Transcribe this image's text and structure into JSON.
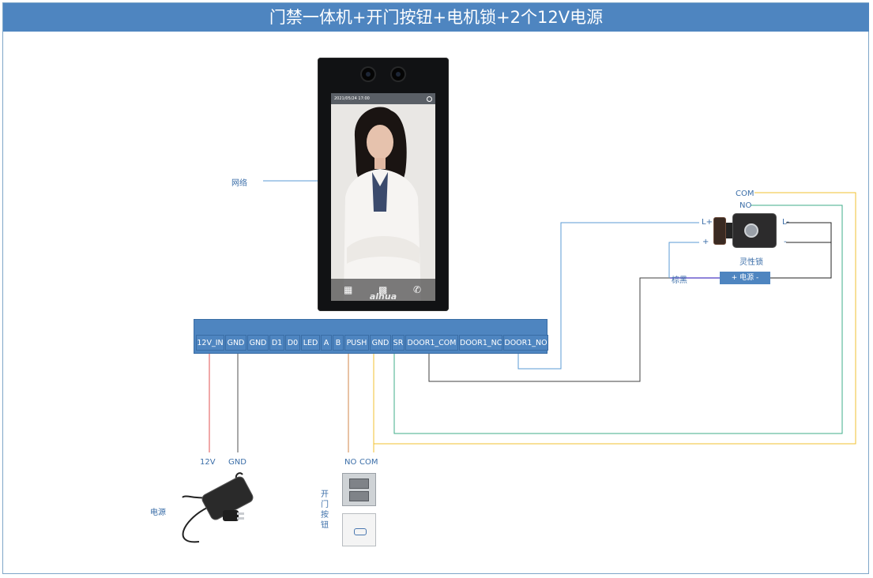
{
  "title": "门禁一体机+开门按钮+电机锁+2个12V电源",
  "device": {
    "status_time": "2021/05/24 17:00",
    "brand": "alhua"
  },
  "labels": {
    "network": "网络",
    "lock_name": "灵性锁",
    "brown_black": "棕黑",
    "power_box": "+ 电源 -",
    "lock_com": "COM",
    "lock_no": "NO",
    "lock_lplus": "L+",
    "lock_plus": "+",
    "lock_lminus": "L-",
    "lock_minus": "-",
    "psu_12v": "12V",
    "psu_gnd": "GND",
    "psu_name": "电源",
    "btn_no": "NO",
    "btn_com": "COM",
    "open_button": "开门按钮"
  },
  "terminals": [
    "12V_IN",
    "GND",
    "GND",
    "D1",
    "D0",
    "LED",
    "A",
    "B",
    "PUSH",
    "GND",
    "SR",
    "DOOR1_COM",
    "DOOR1_NC",
    "DOOR1_NO"
  ],
  "colors": {
    "title_bg": "#4e85c0",
    "wire_red": "#e05050",
    "wire_dark": "#404040",
    "wire_orange": "#d2874a",
    "wire_yellow": "#f0c030",
    "wire_green": "#3fae8a",
    "wire_blue": "#5b9bd5",
    "wire_purple": "#6a5acd"
  },
  "icons": [
    "keypad-icon",
    "qr-code-icon",
    "phone-icon",
    "settings-icon",
    "camera-icon",
    "key-icon"
  ]
}
